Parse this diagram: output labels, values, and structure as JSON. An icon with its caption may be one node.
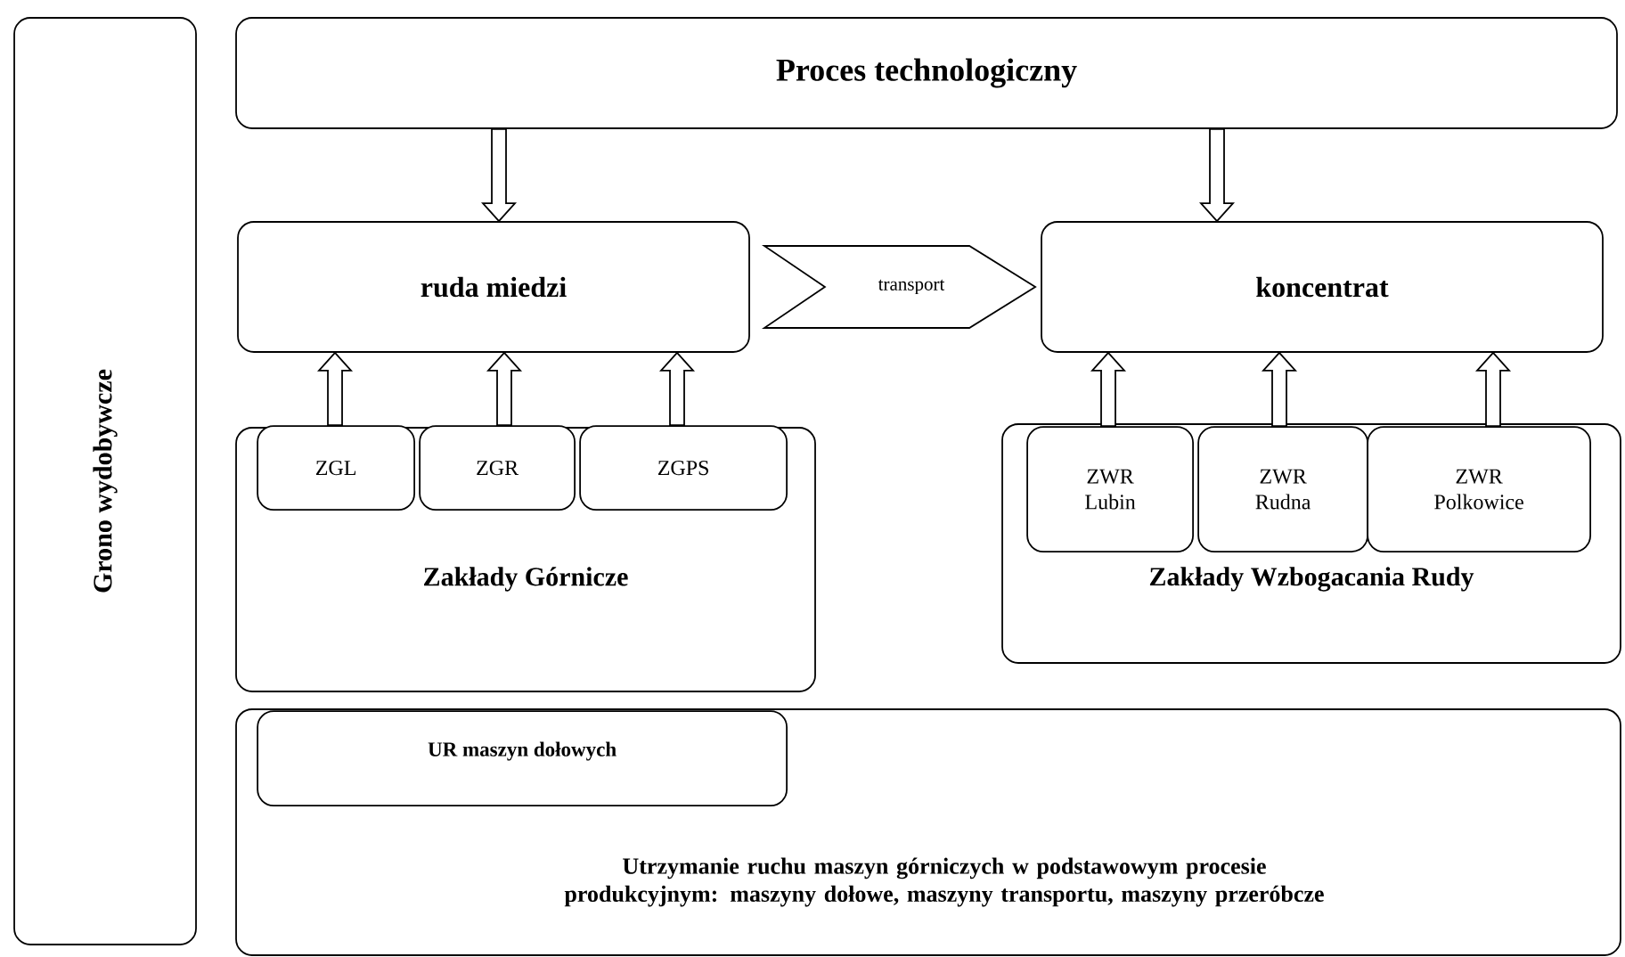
{
  "diagram": {
    "nodes": [
      {
        "text": [
          "Grono wydobywcze"
        ]
      },
      {
        "text": [
          "Proces technologiczny"
        ]
      },
      {
        "text": [
          "ruda miedzi"
        ]
      },
      {
        "text": [
          "koncentrat"
        ]
      },
      {
        "text": [
          "Zakłady Górnicze"
        ]
      },
      {
        "text": [
          "ZGL"
        ],
        "in": 4
      },
      {
        "text": [
          "ZGR"
        ],
        "in": 4
      },
      {
        "text": [
          "ZGPS"
        ],
        "in": 4
      },
      {
        "text": [
          "Zakłady Wzbogacania Rudy"
        ]
      },
      {
        "text": [
          "ZWR Lubin"
        ],
        "in": 8
      },
      {
        "text": [
          "ZWR Rudna"
        ],
        "in": 8
      },
      {
        "text": [
          "ZWR Polkowice"
        ],
        "in": 8
      },
      {
        "text": [
          "Utrzymanie ruchu maszyn górniczych w podstawowym procesie produkcyjnym: maszyny dołowe, maszyny transportu, maszyny przeróbcze"
        ]
      },
      {
        "text": [
          "UR maszyn dołowych"
        ],
        "in": 12
      }
    ],
    "edges": [
      {
        "from": 1,
        "to": 2,
        "arrow": "to"
      },
      {
        "from": 1,
        "to": 3,
        "arrow": "to"
      },
      {
        "from": 2,
        "to": 3,
        "arrow": "to",
        "label": "transport"
      },
      {
        "from": 5,
        "to": 2,
        "arrow": "to"
      },
      {
        "from": 6,
        "to": 2,
        "arrow": "to"
      },
      {
        "from": 7,
        "to": 2,
        "arrow": "to"
      },
      {
        "from": 9,
        "to": 3,
        "arrow": "to"
      },
      {
        "from": 10,
        "to": 3,
        "arrow": "to"
      },
      {
        "from": 11,
        "to": 3,
        "arrow": "to"
      }
    ]
  }
}
